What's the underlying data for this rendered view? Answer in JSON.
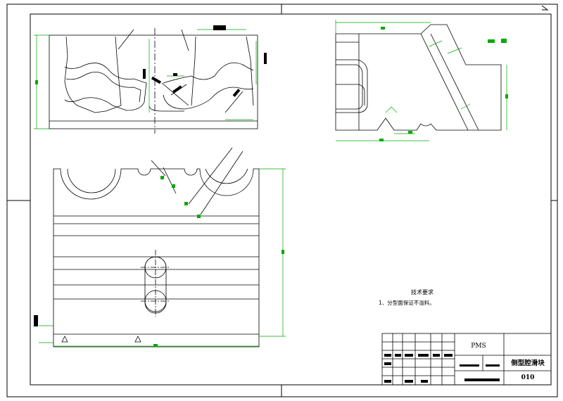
{
  "notes": {
    "title": "技术要求",
    "line1": "1、分型面保证不溢料。"
  },
  "title_block": {
    "company": "PMS",
    "part_name": "侧型腔滑块",
    "drawing_number": "010"
  },
  "colors": {
    "outline": "#000000",
    "dimension": "#00aa00",
    "dimension_text": "#00aa00"
  }
}
